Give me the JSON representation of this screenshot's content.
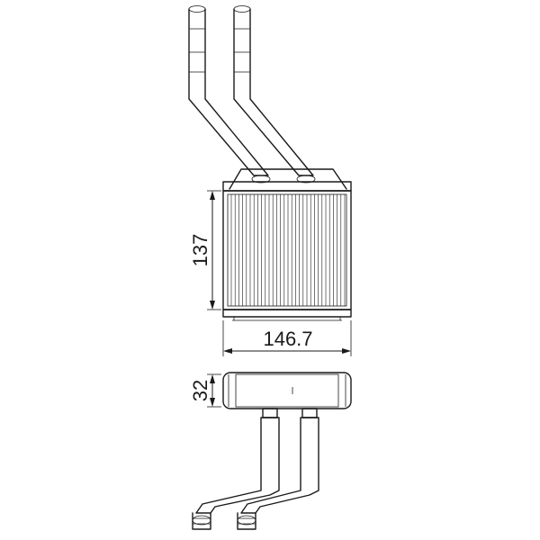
{
  "dimensions": {
    "height": "137",
    "width": "146.7",
    "depth": "32"
  },
  "colors": {
    "line": "#1a1a1a",
    "background": "#ffffff"
  }
}
